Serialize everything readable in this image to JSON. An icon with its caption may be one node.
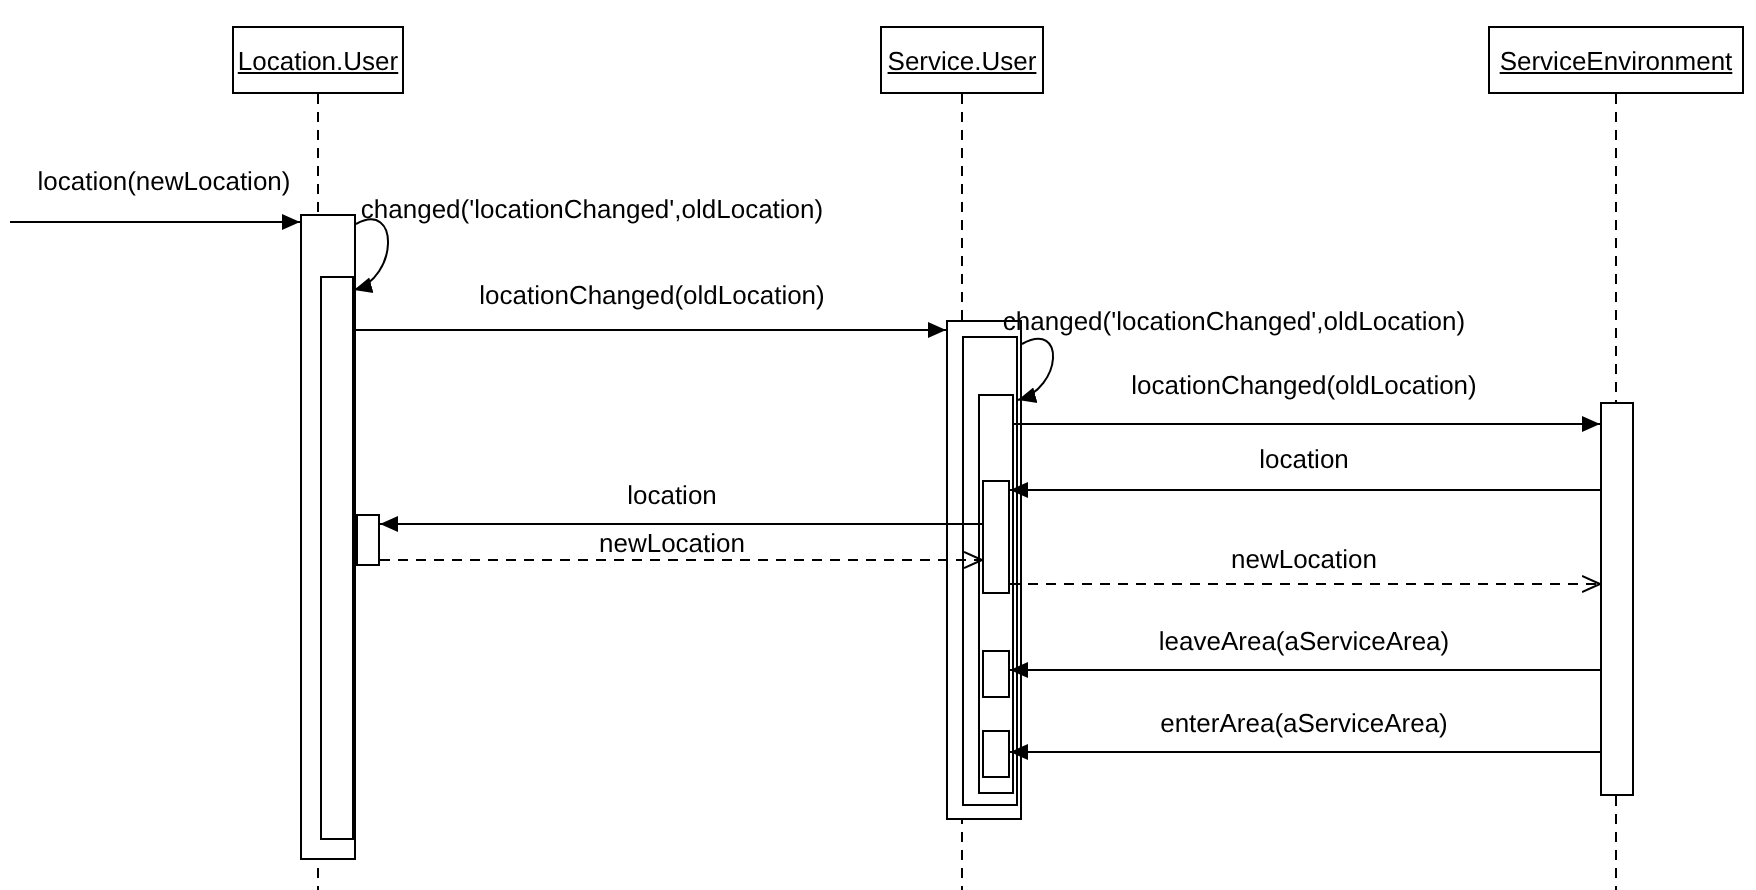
{
  "diagram": {
    "nodes": [
      {
        "text": [
          "Location.User"
        ]
      },
      {
        "text": [
          "Service.User"
        ]
      },
      {
        "text": [
          "ServiceEnvironment"
        ]
      },
      {
        "text": [],
        "shape": "bar"
      },
      {
        "text": [],
        "shape": "bar",
        "in": 3
      },
      {
        "text": [],
        "shape": "bar"
      },
      {
        "text": [],
        "shape": "bar"
      },
      {
        "text": [],
        "shape": "bar",
        "in": 6
      },
      {
        "text": [],
        "shape": "bar",
        "in": 7
      },
      {
        "text": [],
        "shape": "bar",
        "in": 8
      },
      {
        "text": [],
        "shape": "bar",
        "in": 8
      },
      {
        "text": [],
        "shape": "bar",
        "in": 8
      },
      {
        "text": [],
        "shape": "bar"
      }
    ],
    "edges": [
      {
        "from": null,
        "to": 3,
        "arrow": "to",
        "label": "location(newLocation)"
      },
      {
        "from": 3,
        "to": 4,
        "arrow": "to",
        "label": "changed('locationChanged',oldLocation)"
      },
      {
        "from": 4,
        "to": 6,
        "arrow": "to",
        "label": "locationChanged(oldLocation)"
      },
      {
        "from": 6,
        "to": 7,
        "arrow": "to",
        "label": "changed('locationChanged',oldLocation)"
      },
      {
        "from": 8,
        "to": 12,
        "arrow": "to",
        "label": "locationChanged(oldLocation)"
      },
      {
        "from": 12,
        "to": 9,
        "arrow": "to",
        "label": "location"
      },
      {
        "from": 9,
        "to": 5,
        "arrow": "to",
        "label": "location"
      },
      {
        "from": 5,
        "to": 9,
        "arrow": "to",
        "label": "newLocation",
        "style": "dashed"
      },
      {
        "from": 9,
        "to": 12,
        "arrow": "to",
        "label": "newLocation",
        "style": "dashed"
      },
      {
        "from": 12,
        "to": 10,
        "arrow": "to",
        "label": "leaveArea(aServiceArea)"
      },
      {
        "from": 12,
        "to": 11,
        "arrow": "to",
        "label": "enterArea(aServiceArea)"
      }
    ]
  }
}
